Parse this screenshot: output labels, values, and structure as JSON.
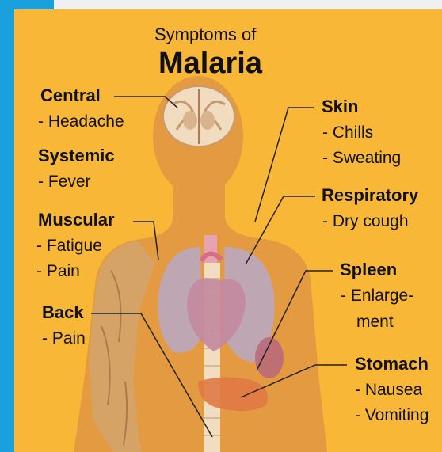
{
  "colors": {
    "frame": "#1aa0dc",
    "background": "#f8b737",
    "silhouette": "#e39a40",
    "leader": "#222222"
  },
  "title": {
    "line1": "Symptoms of",
    "line2": "Malaria"
  },
  "groups": {
    "central": {
      "heading": "Central",
      "items": [
        "- Headache"
      ]
    },
    "systemic": {
      "heading": "Systemic",
      "items": [
        "- Fever"
      ]
    },
    "muscular": {
      "heading": "Muscular",
      "items": [
        "- Fatigue",
        "- Pain"
      ]
    },
    "back": {
      "heading": "Back",
      "items": [
        "- Pain"
      ]
    },
    "skin": {
      "heading": "Skin",
      "items": [
        "- Chills",
        "- Sweating"
      ]
    },
    "respiratory": {
      "heading": "Respiratory",
      "items": [
        "- Dry cough"
      ]
    },
    "spleen": {
      "heading": "Spleen",
      "items": [
        "- Enlarge-",
        "ment"
      ]
    },
    "stomach": {
      "heading": "Stomach",
      "items": [
        "- Nausea",
        "- Vomiting"
      ]
    }
  }
}
